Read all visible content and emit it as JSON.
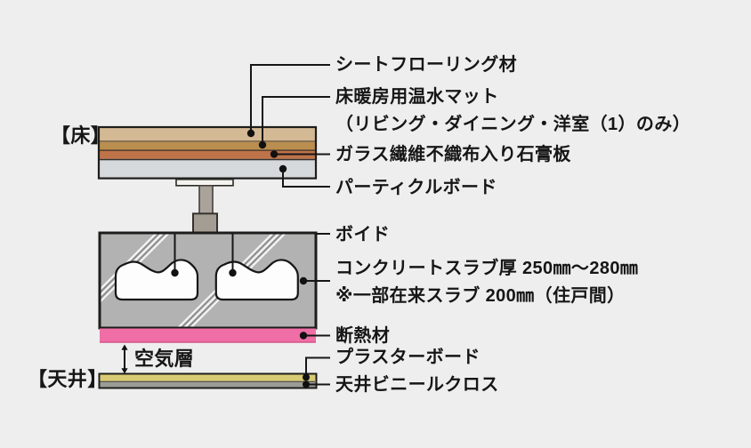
{
  "labels": {
    "floor_section": "【床】",
    "ceiling_section": "【天井】",
    "air_layer": "空気層",
    "sheet_flooring": "シートフローリング材",
    "heating_mat_line1": "床暖房用温水マット",
    "heating_mat_line2": "（リビング・ダイニング・洋室（1）のみ）",
    "gypsum_board": "ガラス繊維不織布入り石膏板",
    "particle_board": "パーティクルボード",
    "void": "ボイド",
    "slab_line1": "コンクリートスラブ厚 250㎜～280㎜",
    "slab_line2": "※一部在来スラブ 200㎜（住戸間）",
    "insulation": "断熱材",
    "plaster_board": "プラスターボード",
    "vinyl_cloth": "天井ビニールクロス"
  },
  "colors": {
    "background": "#eeeeee",
    "sheet_flooring": "#d3b994",
    "heating_mat": "#b98e4f",
    "gypsum_board": "#bf7349",
    "particle_board": "#d6d9db",
    "slab_concrete": "#b2b2b2",
    "void_fill": "#fdfdfd",
    "insulation": "#f06ea6",
    "insulation_edge": "#d4558a",
    "plaster_board": "#d9ca75",
    "vinyl_cloth": "#9c9c96",
    "support_metal": "#aaa39b",
    "support_plate": "#f4f3f0",
    "outline": "#1d1d1b",
    "callout": "#161616",
    "text": "#161616"
  }
}
